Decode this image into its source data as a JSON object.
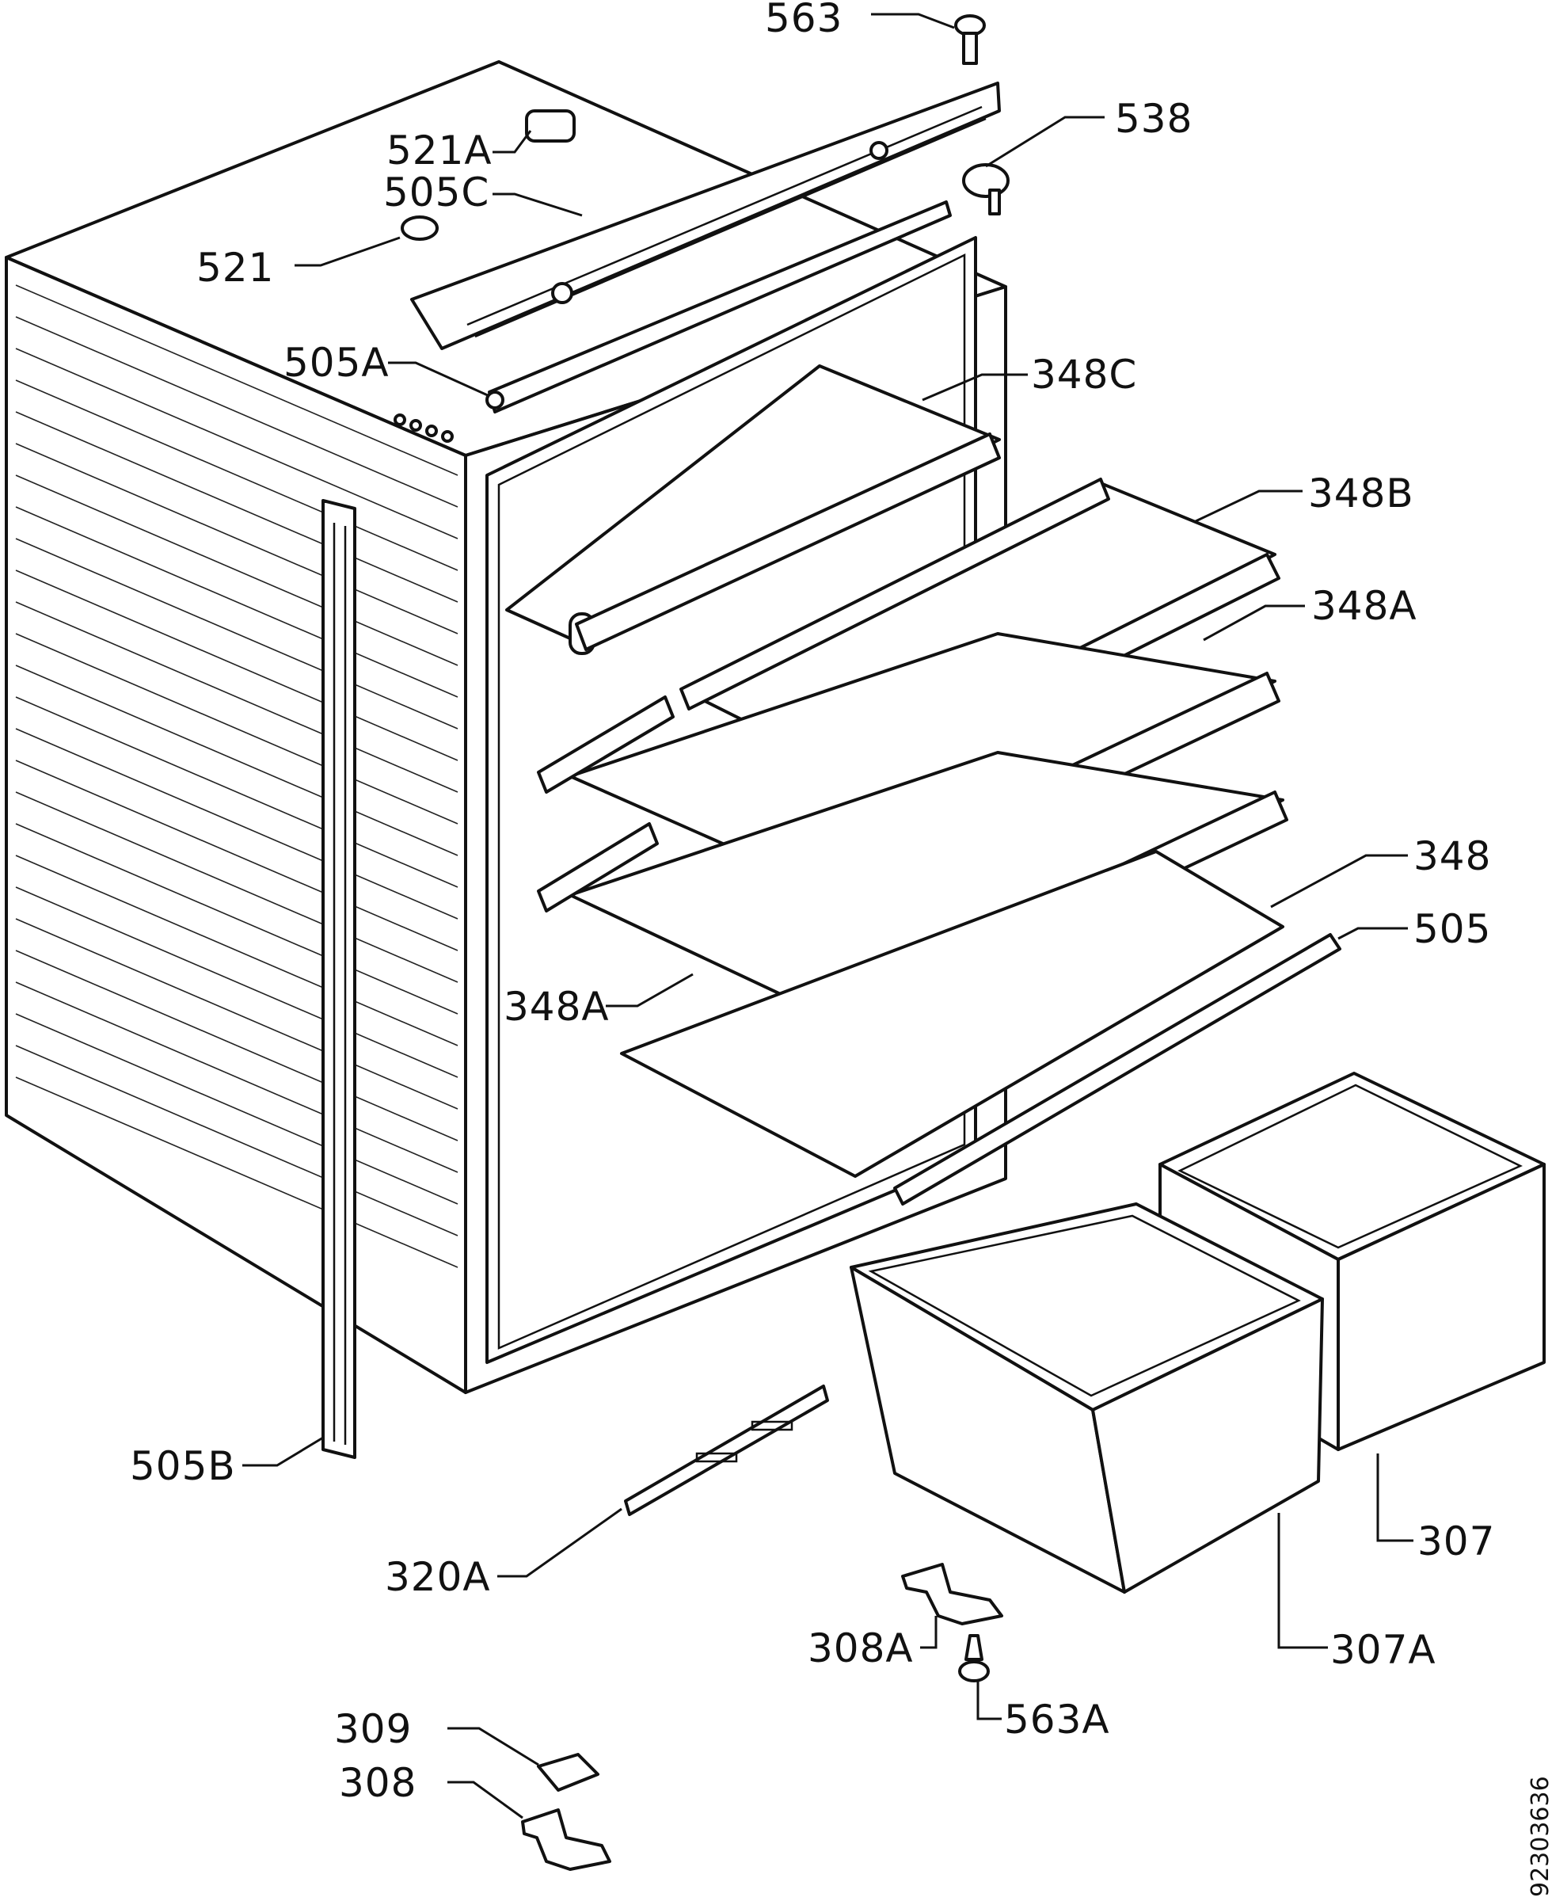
{
  "diagram": {
    "type": "exploded-parts-diagram",
    "document_number": "92303636",
    "labels": {
      "l563": "563",
      "l538": "538",
      "l521A": "521A",
      "l505C": "505C",
      "l521": "521",
      "l505A": "505A",
      "l348C": "348C",
      "l348B": "348B",
      "l348A_top": "348A",
      "l348": "348",
      "l505": "505",
      "l348A_low": "348A",
      "l505B": "505B",
      "l320A": "320A",
      "l307": "307",
      "l307A": "307A",
      "l308A": "308A",
      "l563A": "563A",
      "l309": "309",
      "l308": "308"
    }
  }
}
